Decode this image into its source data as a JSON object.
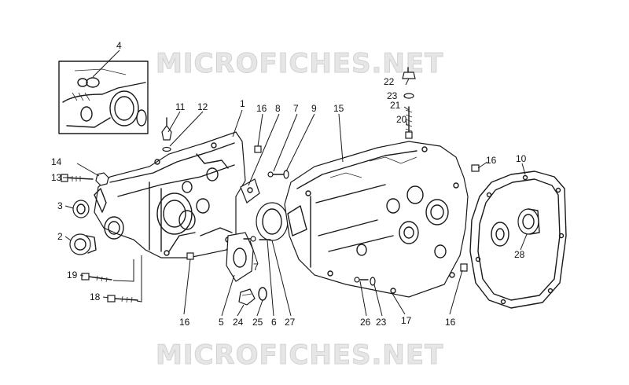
{
  "watermark": {
    "top_text": "MICROFICHES.NET",
    "bottom_text": "MICROFICHES.NET"
  },
  "callouts": [
    "1",
    "2",
    "3",
    "4",
    "5",
    "6",
    "7",
    "7",
    "8",
    "9",
    "10",
    "11",
    "12",
    "13",
    "14",
    "15",
    "16",
    "16",
    "16",
    "16",
    "16",
    "17",
    "18",
    "19",
    "20",
    "21",
    "22",
    "23",
    "23",
    "24",
    "25",
    "26",
    "27",
    "28"
  ],
  "colors": {
    "line": "#1a1a1a",
    "watermark": "#e6e6e6"
  }
}
